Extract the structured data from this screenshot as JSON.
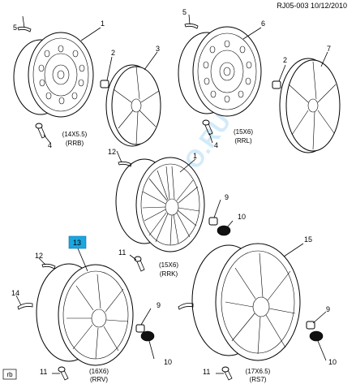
{
  "header": {
    "ref": "RJ05-003  10/12/2010"
  },
  "watermark": "GMAUTO.RU",
  "callouts": {
    "c1": "1",
    "c2": "2",
    "c3": "3",
    "c4": "4",
    "c5": "5",
    "c6": "6",
    "c7": "7",
    "c2b": "2",
    "c4b": "4",
    "c5b": "5",
    "c9a": "9",
    "c10a": "10",
    "c11a": "11",
    "c12a": "12",
    "c12b": "12",
    "c13": "13",
    "c14": "14",
    "c9b": "9",
    "c10b": "10",
    "c11b": "11",
    "c15": "15",
    "c9c": "9",
    "c10c": "10",
    "c11c": "11"
  },
  "wheels": {
    "w1": {
      "size": "(14X5.5)",
      "code": "(RRB)"
    },
    "w2": {
      "size": "(15X6)",
      "code": "(RRL)"
    },
    "w3": {
      "size": "(15X6)",
      "code": "(RRK)"
    },
    "w4": {
      "size": "(16X6)",
      "code": "(RRV)"
    },
    "w5": {
      "size": "(17X6.5)",
      "code": "(RS7)"
    }
  },
  "footer": {
    "rb": "rb"
  },
  "colors": {
    "highlight": "#1aa6e0",
    "watermark": "#9fd3f2"
  }
}
